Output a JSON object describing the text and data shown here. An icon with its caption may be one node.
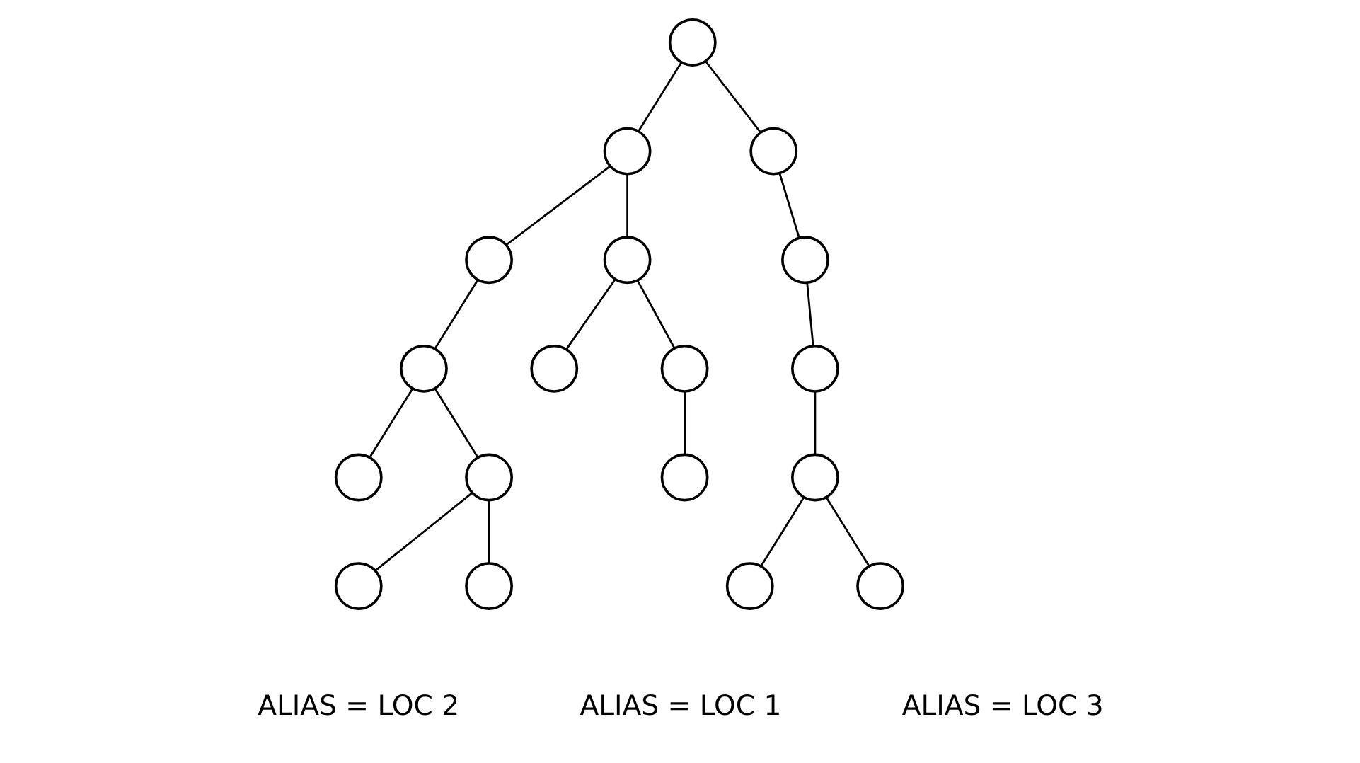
{
  "diagram": {
    "nodes": [
      {
        "text": [],
        "shape": "circle"
      },
      {
        "text": [],
        "shape": "circle"
      },
      {
        "text": [],
        "shape": "circle"
      },
      {
        "text": [],
        "shape": "circle"
      },
      {
        "text": [],
        "shape": "circle"
      },
      {
        "text": [],
        "shape": "circle"
      },
      {
        "text": [],
        "shape": "circle"
      },
      {
        "text": [],
        "shape": "circle"
      },
      {
        "text": [],
        "shape": "circle"
      },
      {
        "text": [],
        "shape": "circle"
      },
      {
        "text": [],
        "shape": "circle"
      },
      {
        "text": [],
        "shape": "circle"
      },
      {
        "text": [],
        "shape": "circle"
      },
      {
        "text": [],
        "shape": "circle"
      },
      {
        "text": [],
        "shape": "circle"
      },
      {
        "text": [],
        "shape": "circle"
      },
      {
        "text": [],
        "shape": "circle"
      },
      {
        "text": [],
        "shape": "circle"
      }
    ],
    "edges": [
      {
        "from": 0,
        "to": 1,
        "arrow": "none"
      },
      {
        "from": 0,
        "to": 2,
        "arrow": "none"
      },
      {
        "from": 1,
        "to": 3,
        "arrow": "none"
      },
      {
        "from": 1,
        "to": 4,
        "arrow": "none"
      },
      {
        "from": 2,
        "to": 5,
        "arrow": "none"
      },
      {
        "from": 3,
        "to": 6,
        "arrow": "none"
      },
      {
        "from": 4,
        "to": 7,
        "arrow": "none"
      },
      {
        "from": 4,
        "to": 8,
        "arrow": "none"
      },
      {
        "from": 5,
        "to": 9,
        "arrow": "none"
      },
      {
        "from": 6,
        "to": 10,
        "arrow": "none"
      },
      {
        "from": 6,
        "to": 11,
        "arrow": "none"
      },
      {
        "from": 8,
        "to": 12,
        "arrow": "none"
      },
      {
        "from": 9,
        "to": 13,
        "arrow": "none"
      },
      {
        "from": 11,
        "to": 14,
        "arrow": "none"
      },
      {
        "from": 11,
        "to": 15,
        "arrow": "none"
      },
      {
        "from": 13,
        "to": 16,
        "arrow": "none"
      },
      {
        "from": 13,
        "to": 17,
        "arrow": "none"
      }
    ],
    "labels": [
      "ALIAS = LOC 2",
      "ALIAS = LOC 1",
      "ALIAS = LOC 3"
    ]
  }
}
